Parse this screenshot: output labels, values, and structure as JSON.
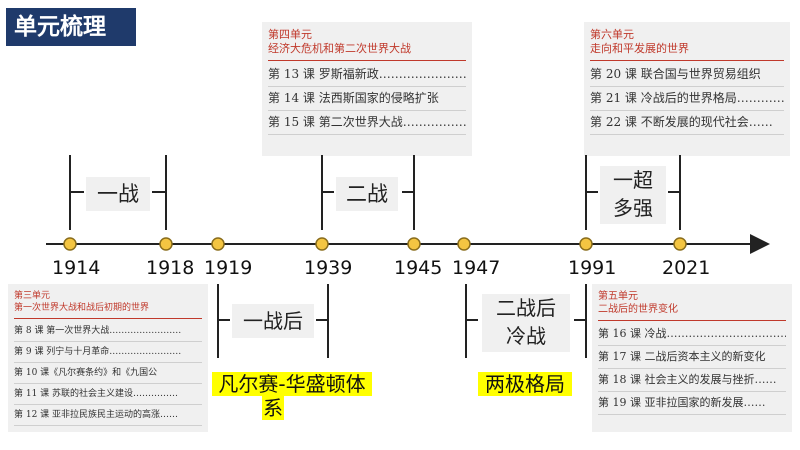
{
  "title": "单元梳理",
  "unit4": {
    "unit": "第四单元",
    "title": "经济大危机和第二次世界大战",
    "lessons": [
      "第 13 课  罗斯福新政……………………",
      "第 14 课  法西斯国家的侵略扩张",
      "第 15 课  第二次世界大战………………"
    ]
  },
  "unit6": {
    "unit": "第六单元",
    "title": "走向和平发展的世界",
    "lessons": [
      "第 20 课  联合国与世界贸易组织",
      "第 21 课  冷战后的世界格局…………",
      "第 22 课  不断发展的现代社会……"
    ]
  },
  "unit3": {
    "unit": "第三单元",
    "title": "第一次世界大战和战后初期的世界",
    "lessons": [
      "第 8 课  第一次世界大战……………………",
      "第 9 课  列宁与十月革命……………………",
      "第 10 课《凡尔赛条约》和《九国公",
      "第 11 课  苏联的社会主义建设……………",
      "第 12 课  亚非拉民族民主运动的高涨……"
    ]
  },
  "unit5": {
    "unit": "第五单元",
    "title": "二战后的世界变化",
    "lessons": [
      "第 16 课  冷战…………………………………",
      "第 17 课  二战后资本主义的新变化",
      "第 18 课  社会主义的发展与挫折……",
      "第 19 课  亚非拉国家的新发展……"
    ]
  },
  "periods": {
    "ww1": "一战",
    "ww2": "二战",
    "unipolar": [
      "一超",
      "多强"
    ],
    "postww1": "一战后",
    "coldwar": [
      "二战后",
      "冷战"
    ]
  },
  "years": [
    "1914",
    "1918",
    "1919",
    "1939",
    "1945",
    "1947",
    "1991",
    "2021"
  ],
  "systems": {
    "versailles": [
      "凡尔赛-华盛顿体",
      "系"
    ],
    "bipolar": "两极格局"
  },
  "colors": {
    "title_bg": "#1f3a6b",
    "unit_red": "#c0392b",
    "dot": "#f4c542",
    "highlight": "#ffff00"
  }
}
